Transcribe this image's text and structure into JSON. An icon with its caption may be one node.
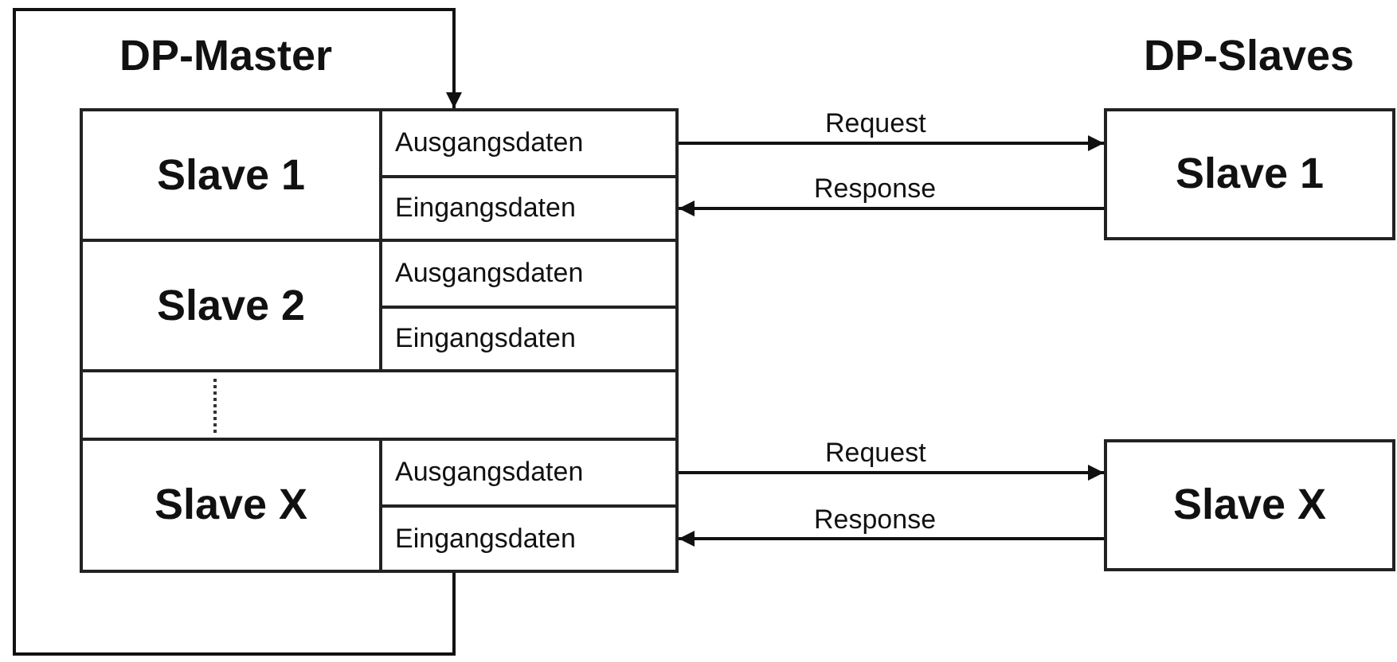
{
  "diagram": {
    "nodes": [
      {
        "text": [
          "DP-Master"
        ]
      },
      {
        "text": [
          "Slave 1"
        ],
        "in": 0
      },
      {
        "text": [
          "Ausgangsdaten"
        ],
        "in": 0
      },
      {
        "text": [
          "Eingangsdaten"
        ],
        "in": 0
      },
      {
        "text": [
          "Slave 2"
        ],
        "in": 0
      },
      {
        "text": [
          "Ausgangsdaten"
        ],
        "in": 0
      },
      {
        "text": [
          "Eingangsdaten"
        ],
        "in": 0
      },
      {
        "text": [],
        "shape": "box",
        "in": 0
      },
      {
        "text": [
          "Slave X"
        ],
        "in": 0
      },
      {
        "text": [
          "Ausgangsdaten"
        ],
        "in": 0
      },
      {
        "text": [
          "Eingangsdaten"
        ],
        "in": 0
      },
      {
        "text": [
          "Slave 1"
        ]
      },
      {
        "text": [
          "Slave X"
        ]
      }
    ],
    "edges": [
      {
        "from": 10,
        "to": 2,
        "arrow": "to"
      },
      {
        "from": 2,
        "to": 11,
        "arrow": "to",
        "label": "Request"
      },
      {
        "from": 11,
        "to": 3,
        "arrow": "to",
        "label": "Response"
      },
      {
        "from": 9,
        "to": 12,
        "arrow": "to",
        "label": "Request"
      },
      {
        "from": 12,
        "to": 10,
        "arrow": "to",
        "label": "Response"
      }
    ],
    "labels": [
      "DP-Slaves"
    ]
  }
}
